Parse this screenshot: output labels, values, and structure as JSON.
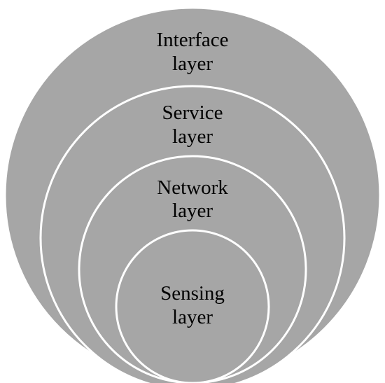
{
  "diagram": {
    "fill_color": "#a6a6a6",
    "stroke_color": "#ffffff",
    "text_color": "#000000",
    "layers": [
      {
        "line1": "Interface",
        "line2": "layer"
      },
      {
        "line1": "Service",
        "line2": "layer"
      },
      {
        "line1": "Network",
        "line2": "layer"
      },
      {
        "line1": "Sensing",
        "line2": "layer"
      }
    ]
  }
}
